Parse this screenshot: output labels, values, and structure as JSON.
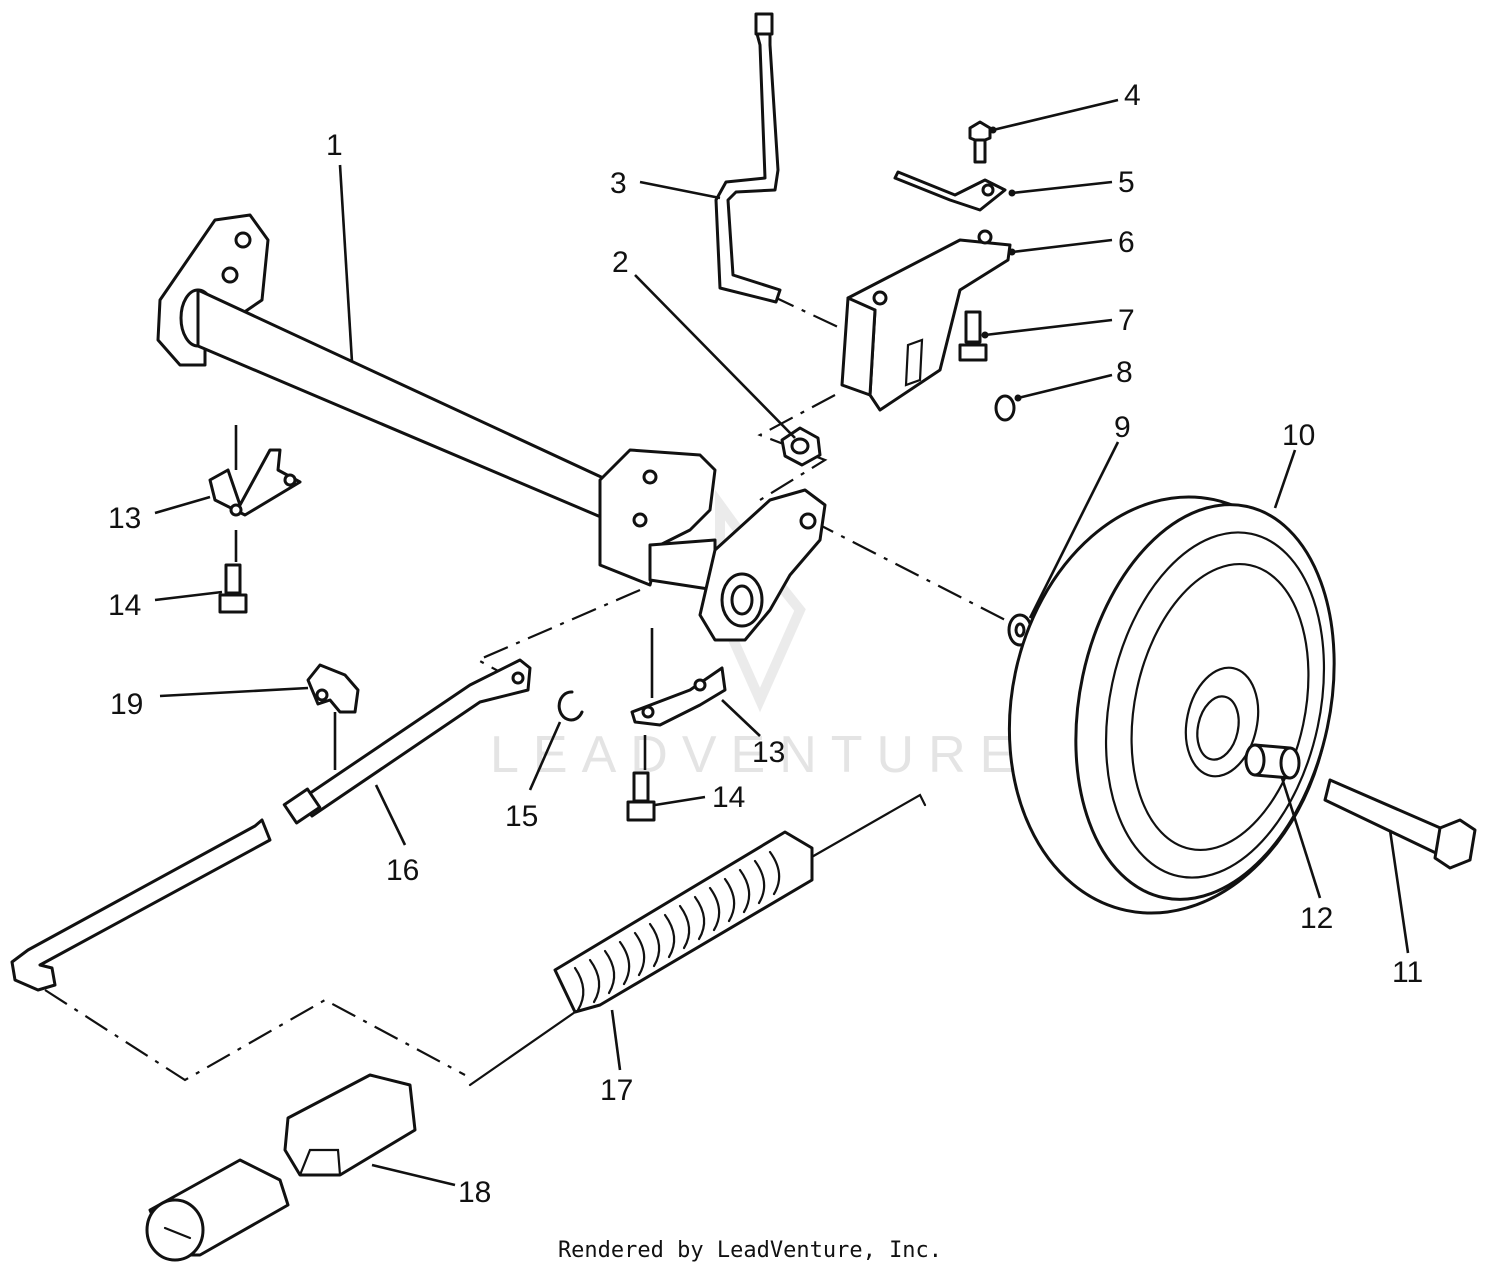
{
  "watermark": "LEADVENTURE",
  "footer": "Rendered by LeadVenture, Inc.",
  "callouts": [
    "1",
    "2",
    "3",
    "4",
    "5",
    "6",
    "7",
    "8",
    "9",
    "10",
    "11",
    "12",
    "13",
    "13",
    "14",
    "14",
    "15",
    "16",
    "17",
    "18",
    "19"
  ]
}
